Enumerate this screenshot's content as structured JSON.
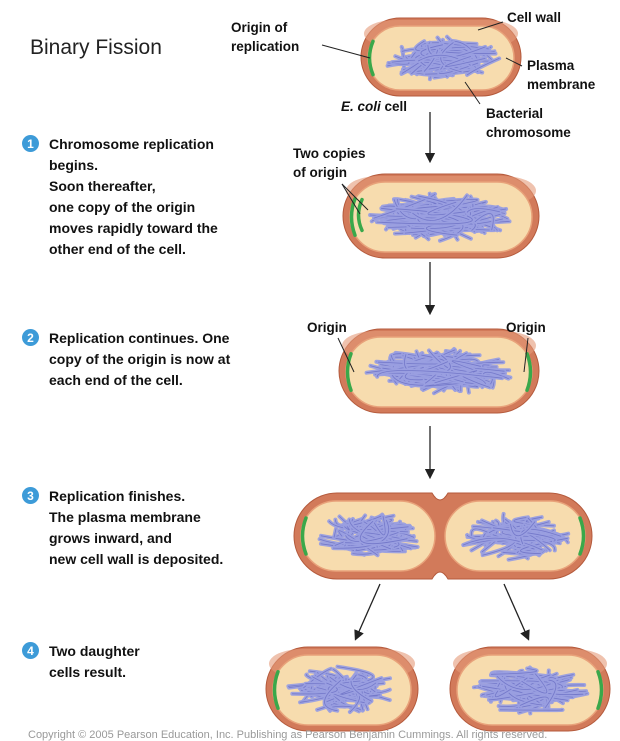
{
  "title": "Binary Fission",
  "labels": {
    "origin_of_replication": [
      "Origin of",
      "replication"
    ],
    "cell_wall": "Cell wall",
    "plasma_membrane": [
      "Plasma",
      "membrane"
    ],
    "ecoli_italic": "E. coli",
    "ecoli_rest": " cell",
    "bacterial_chromosome": [
      "Bacterial",
      "chromosome"
    ],
    "two_copies": [
      "Two copies",
      "of origin"
    ],
    "origin_left": "Origin",
    "origin_right": "Origin"
  },
  "steps": [
    {
      "num": "1",
      "lines": [
        "Chromosome replication",
        "begins.",
        "Soon thereafter,",
        "one copy of the origin",
        "moves rapidly toward the",
        "other end of the cell."
      ]
    },
    {
      "num": "2",
      "lines": [
        "Replication continues. One",
        "copy of the origin is now at",
        "each end of the cell."
      ]
    },
    {
      "num": "3",
      "lines": [
        "Replication finishes.",
        "The plasma membrane",
        "grows inward, and",
        "new cell wall is deposited."
      ]
    },
    {
      "num": "4",
      "lines": [
        "Two daughter",
        "cells result."
      ]
    }
  ],
  "copyright": "Copyright © 2005 Pearson Education, Inc. Publishing as Pearson Benjamin Cummings. All rights reserved.",
  "colors": {
    "cell_wall": "#d27a5a",
    "cytoplasm": "#f7dcae",
    "membrane": "#e8a27a",
    "chromosome": "#9a9fe0",
    "origin": "#3aa84a",
    "step_badge": "#3d9bd8"
  }
}
